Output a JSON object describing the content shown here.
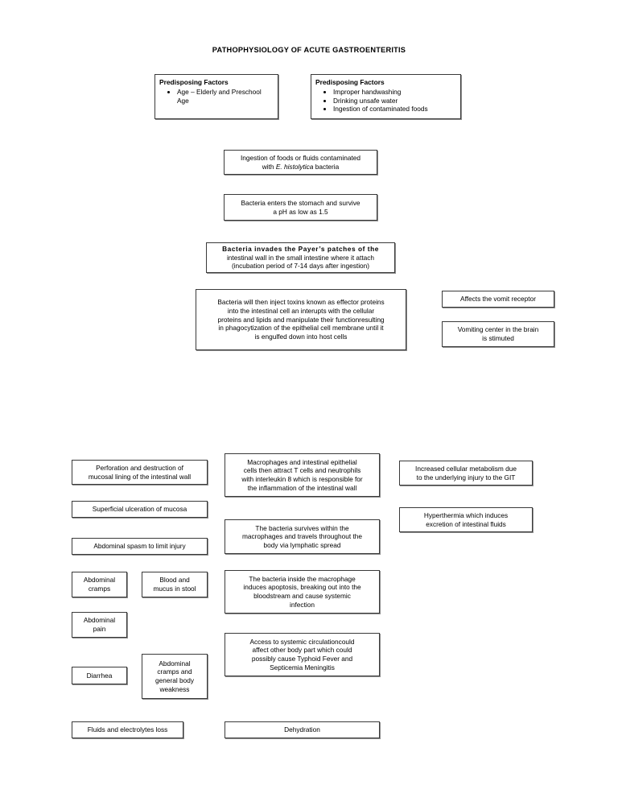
{
  "page": {
    "title": "PATHOPHYSIOLOGY OF ACUTE GASTROENTERITIS",
    "background": "#ffffff",
    "border_color": "#3a3a3a",
    "text_color": "#000000"
  },
  "nodes": {
    "predisposing_left": {
      "heading": "Predisposing Factors",
      "bullets": [
        "Age – Elderly and Preschool Age"
      ]
    },
    "predisposing_right": {
      "heading": "Predisposing Factors",
      "bullets": [
        "Improper handwashing",
        "Drinking unsafe water",
        "Ingestion of contaminated foods"
      ]
    },
    "ingestion": {
      "line1": "Ingestion of foods or fluids  contaminated",
      "line2_prefix": "with ",
      "line2_italic": "E. histolytica",
      "line2_suffix": " bacteria"
    },
    "stomach": {
      "line1": "Bacteria enters the stomach and survive",
      "line2": "a pH as low as 1.5"
    },
    "payer_patches": {
      "line1": "Bacteria invades the Payer’s patches of the",
      "line2": "intestinal wall in the small intestine where it attach",
      "line3": "(incubation period of 7-14 days after ingestion)"
    },
    "effector_toxins": {
      "line1": "Bacteria will then inject toxins known as effector proteins",
      "line2": "into the intestinal cell an interupts with the cellular",
      "line3": "proteins and lipids and manipulate their functionresulting",
      "line4": "in phagocytization of the epithelial cell membrane until it",
      "line5": "is engulfed down into host cells"
    },
    "vomit_receptor": {
      "line1": "Affects the vomit receptor"
    },
    "vomiting_center": {
      "line1": "Vomiting center in the brain",
      "line2": "is stimuted"
    },
    "perforation": {
      "line1": "Perforation and destruction of",
      "line2": "mucosal lining of the intestinal wall"
    },
    "superficial_ulceration": {
      "line1": "Superficial ulceration of mucosa"
    },
    "abdominal_spasm": {
      "line1": "Abdominal spasm to limit injury"
    },
    "abdominal_cramps": {
      "line1": "Abdominal",
      "line2": "cramps"
    },
    "blood_mucus": {
      "line1": "Blood and",
      "line2": "mucus in stool"
    },
    "abdominal_pain": {
      "line1": "Abdominal",
      "line2": "pain"
    },
    "diarrhea": {
      "line1": "Diarrhea"
    },
    "cramps_weakness": {
      "line1": "Abdominal",
      "line2": "cramps and",
      "line3": "general body",
      "line4": "weakness"
    },
    "macrophages": {
      "line1": "Macrophages and intestinal epithelial",
      "line2": "cells then attract T cells and neutrophils",
      "line3": "with interleukin 8 which is responsible for",
      "line4": "the inflammation of the intestinal wall"
    },
    "lymphatic_spread": {
      "line1": "The bacteria survives within the",
      "line2": "macrophages and travels throughout the",
      "line3": "body via lymphatic spread"
    },
    "apoptosis": {
      "line1": "The bacteria inside the macrophage",
      "line2": "induces apoptosis, breaking out into the",
      "line3": "bloodstream and cause systemic",
      "line4": "infection"
    },
    "systemic_circulation": {
      "line1": "Access to systemic circulationcould",
      "line2": "affect other body part which could",
      "line3": "possibly cause Typhoid Fever and",
      "line4": "Septicemia Meningitis"
    },
    "increased_metabolism": {
      "line1": "Increased cellular metabolism due",
      "line2": "to the underlying injury to the GIT"
    },
    "hyperthermia": {
      "line1": "Hyperthermia which induces",
      "line2": "excretion of intestinal fluids"
    },
    "fluids_loss": {
      "line1": "Fluids and electrolytes loss"
    },
    "dehydration": {
      "line1": "Dehydration"
    }
  }
}
